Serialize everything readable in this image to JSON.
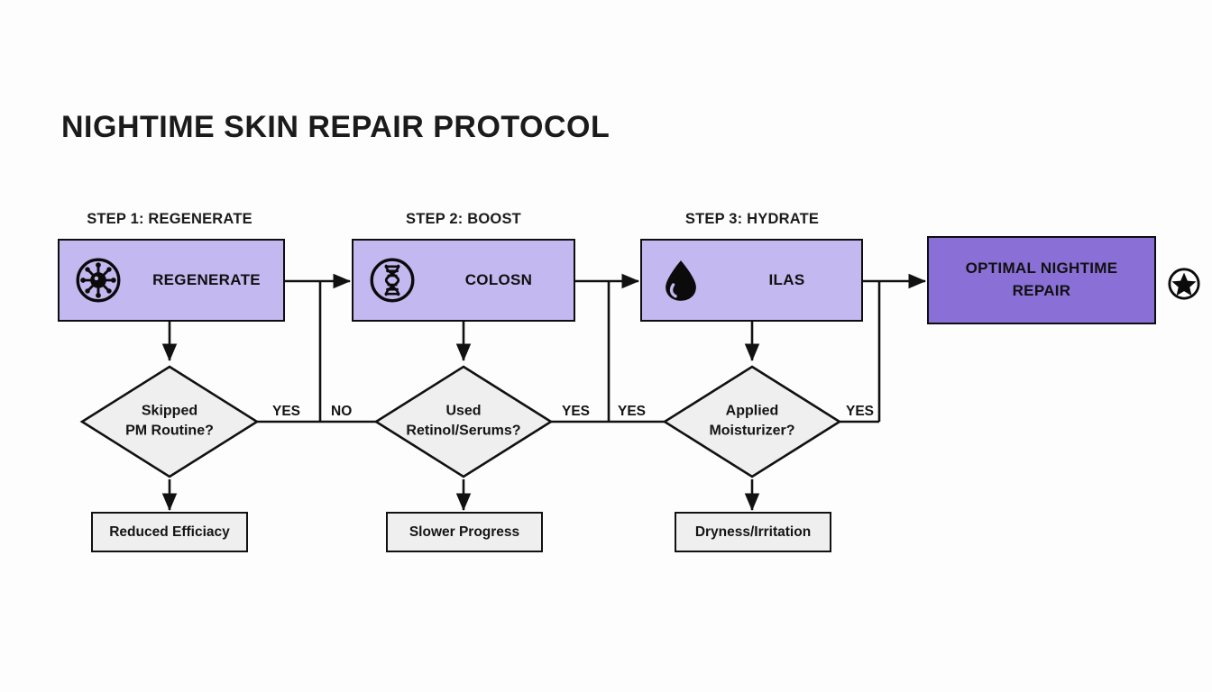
{
  "title": "NIGHTIME SKIN REPAIR PROTOCOL",
  "colors": {
    "background": "#fdfdfd",
    "stage_fill": "#c3b8ef",
    "final_fill": "#8a70d6",
    "diamond_fill": "#efefef",
    "outcome_fill": "#efefef",
    "stroke": "#0e0e0e",
    "text": "#141414"
  },
  "steps": [
    {
      "caption": "STEP 1: REGENERATE",
      "label": "REGENERATE",
      "icon": "virus-cell-icon"
    },
    {
      "caption": "STEP 2: BOOST",
      "label": "COLOSN",
      "icon": "dna-helix-icon"
    },
    {
      "caption": "STEP 3: HYDRATE",
      "label": "ILAS",
      "icon": "water-droplet-icon"
    }
  ],
  "final": {
    "label": "OPTIMAL NIGHTIME REPAIR",
    "badge_icon": "star-in-circle-icon"
  },
  "decisions": [
    {
      "line1": "Skipped",
      "line2": "PM Routine?"
    },
    {
      "line1": "Used",
      "line2": "Retinol/Serums?"
    },
    {
      "line1": "Applied",
      "line2": "Moisturizer?"
    }
  ],
  "outcomes": [
    "Reduced Efficiacy",
    "Slower Progress",
    "Dryness/Irritation"
  ],
  "edge_labels": {
    "d1_yes": "YES",
    "j1_no": "NO",
    "d2_yes": "YES",
    "j2_yes": "YES",
    "d3_yes": "YES"
  }
}
